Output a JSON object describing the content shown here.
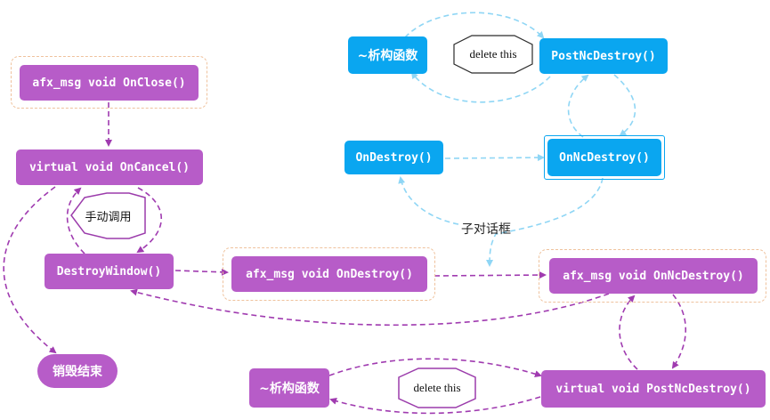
{
  "left": {
    "on_close": "afx_msg void OnClose()",
    "on_cancel": "virtual void OnCancel()",
    "manual_call": "手动调用",
    "destroy_window": "DestroyWindow()",
    "destroy_end": "销毁结束"
  },
  "middle": {
    "on_destroy": "afx_msg void OnDestroy()",
    "child_dialog": "子对话框"
  },
  "right": {
    "on_nc_destroy": "afx_msg void OnNcDestroy()",
    "post_nc_destroy": "virtual void PostNcDestroy()",
    "destructor": "~析构函数",
    "delete_this": "delete this"
  },
  "child": {
    "destructor": "~析构函数",
    "delete_this": "delete this",
    "post_nc_destroy": "PostNcDestroy()",
    "on_destroy": "OnDestroy()",
    "on_nc_destroy": "OnNcDestroy()"
  },
  "colors": {
    "purple_node": "#b75cc8",
    "purple_arrow": "#a03bb0",
    "blue_node": "#0aa6f0",
    "blue_arrow": "#8fd6f5",
    "wrapper_dash": "#efc29d"
  }
}
